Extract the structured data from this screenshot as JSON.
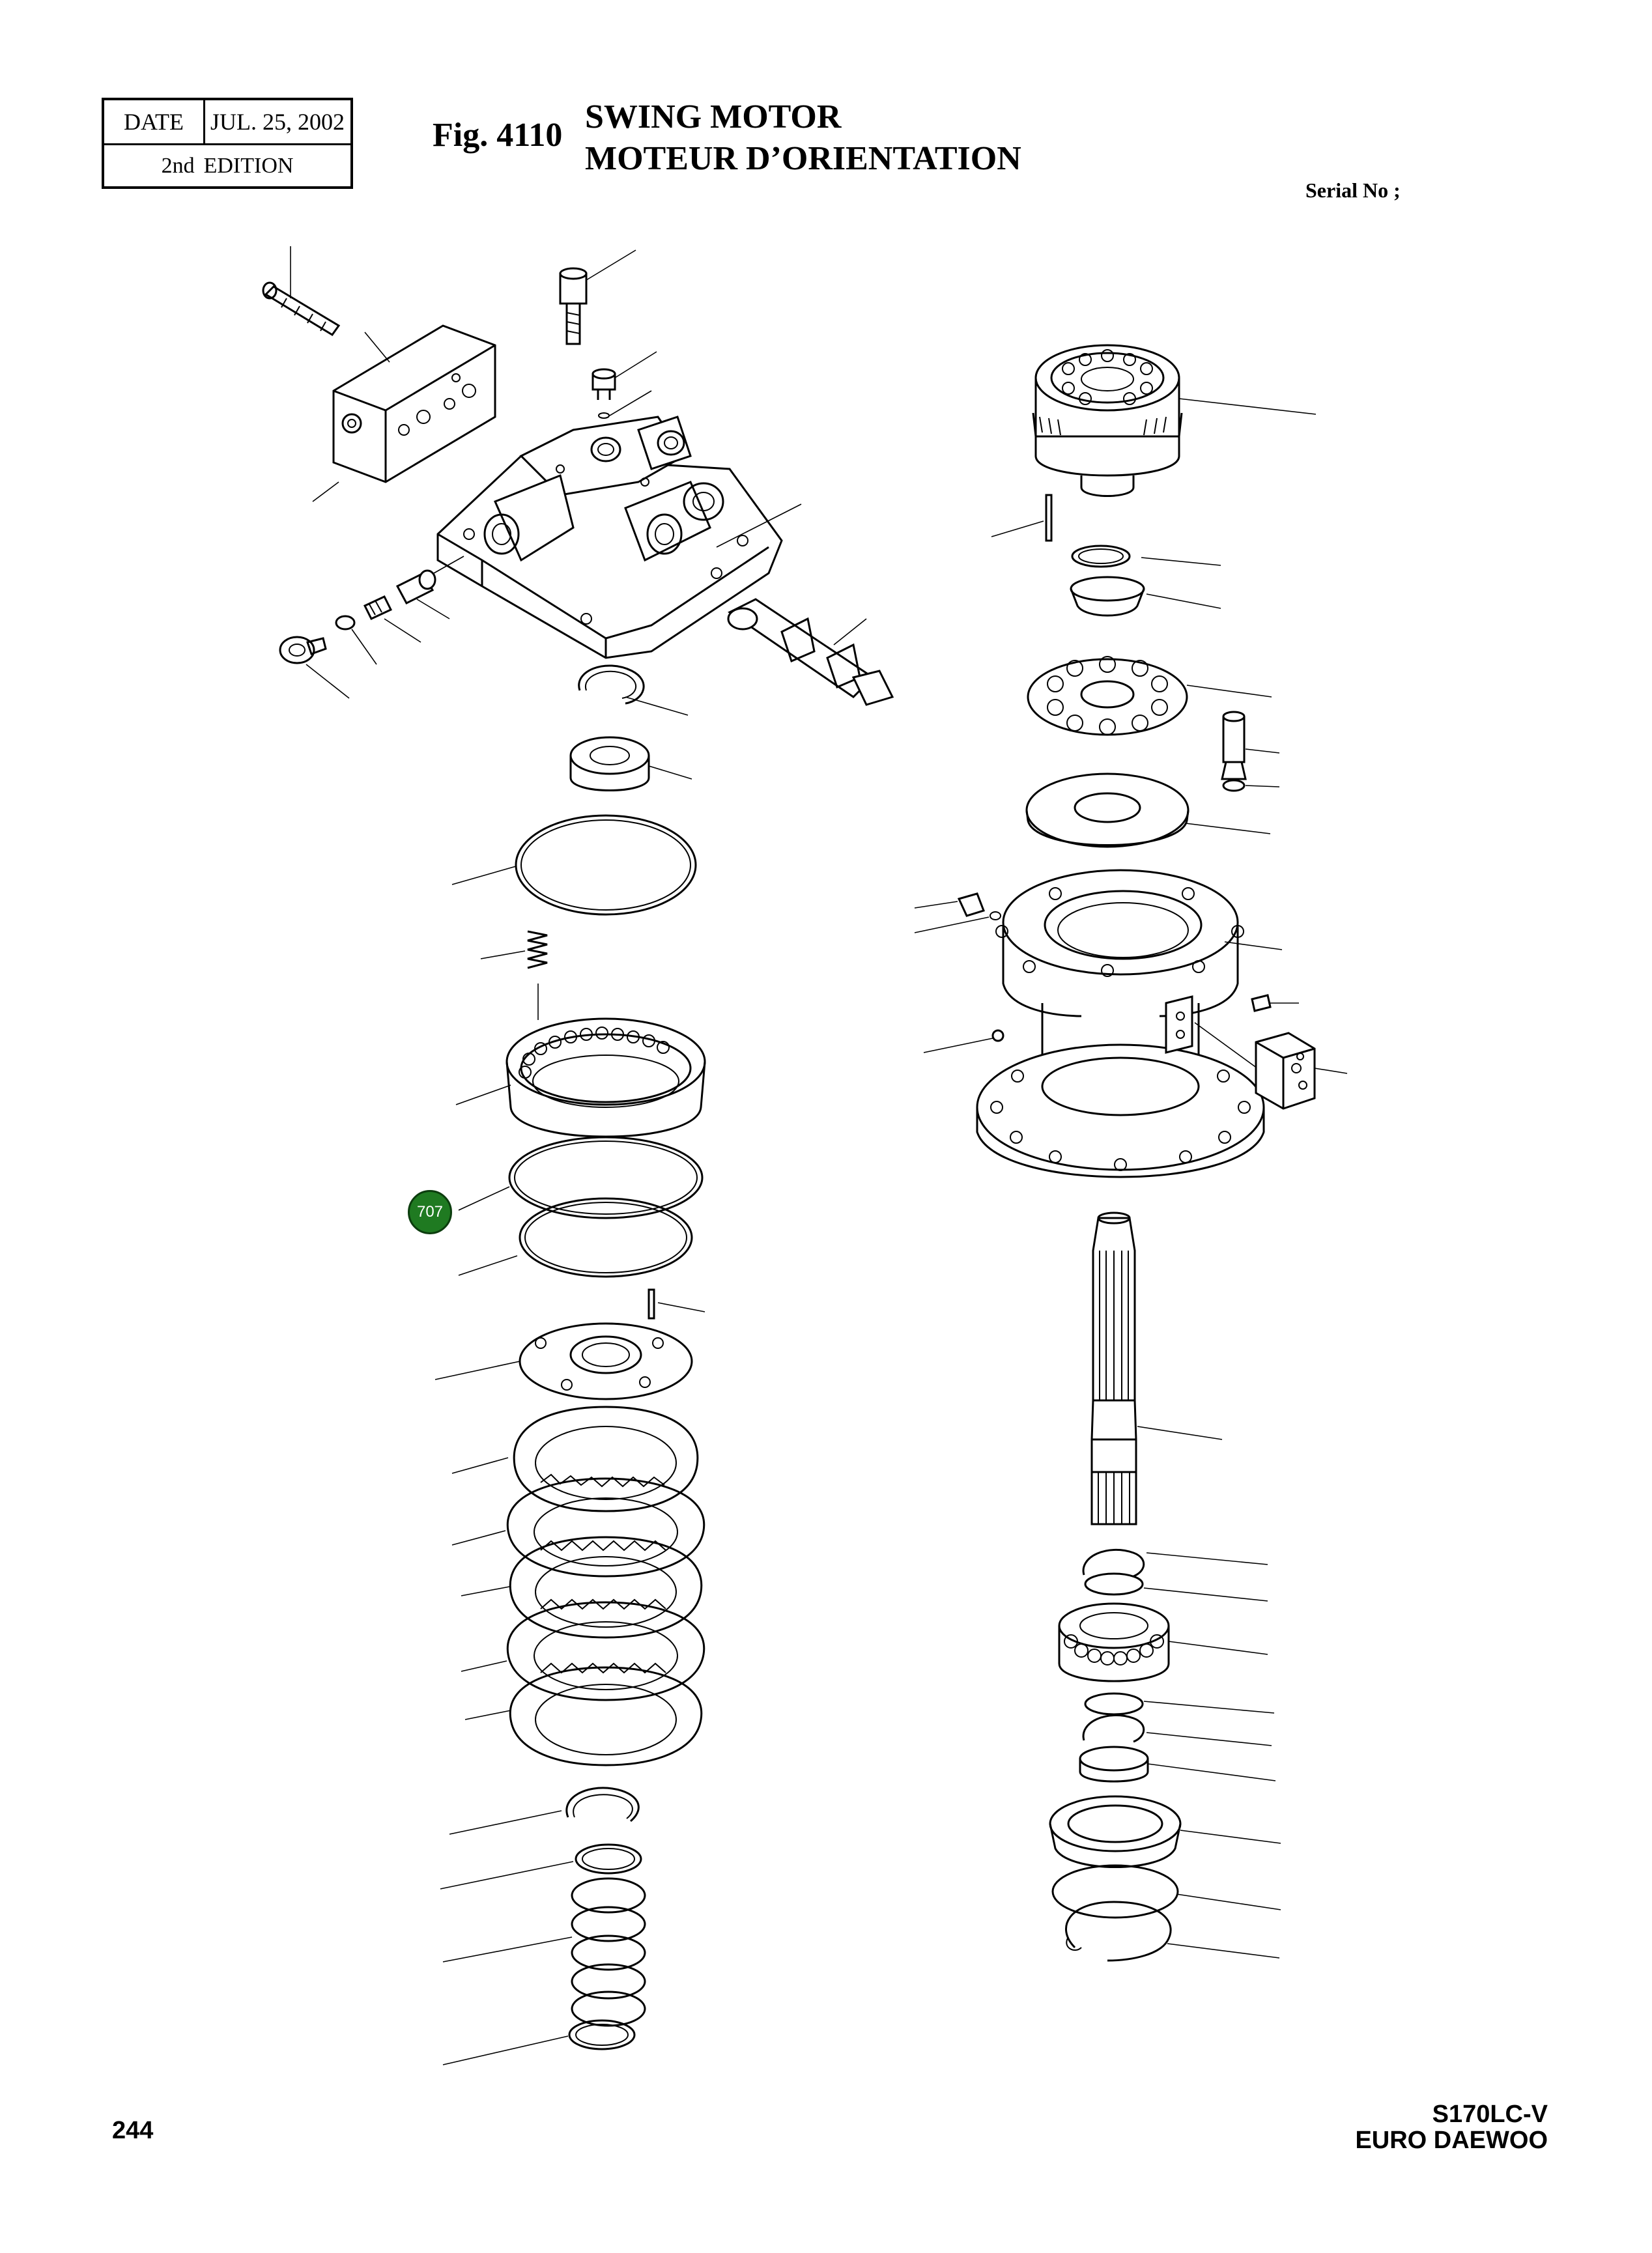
{
  "header": {
    "date_label": "DATE",
    "date_value": "JUL. 25, 2002",
    "edition_label": "2nd",
    "edition_value": "EDITION",
    "figure_number": "Fig. 4110",
    "title_en": "SWING MOTOR",
    "title_fr": "MOTEUR D’ORIENTATION",
    "serial_label": "Serial No ;"
  },
  "callout": {
    "part_number": "707",
    "color": "#1f7a21"
  },
  "footer": {
    "page_number": "244",
    "model": "S170LC-V",
    "brand": "EURO DAEWOO"
  }
}
